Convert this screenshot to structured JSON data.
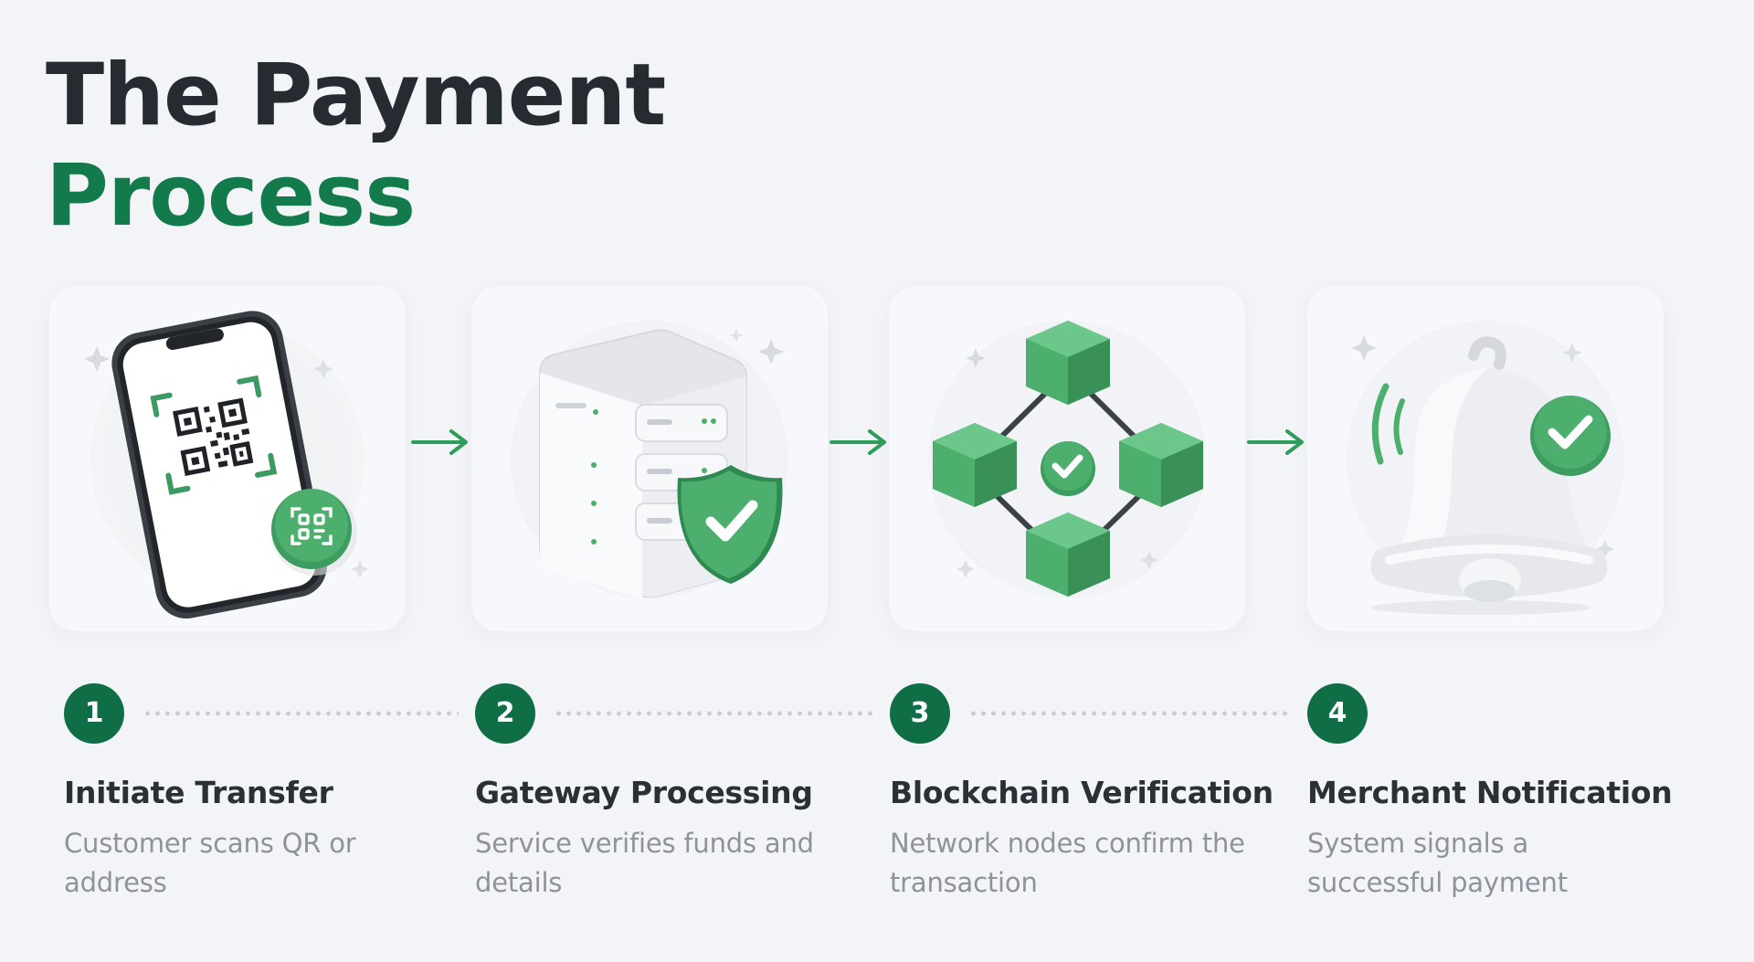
{
  "title": {
    "line1": "The Payment",
    "line2": "Process"
  },
  "colors": {
    "dark_text": "#262b31",
    "accent_green": "#127a4b",
    "badge_green": "#0f6e45",
    "cube_green": "#4caf6e",
    "muted_text": "#8e939b",
    "background": "#f3f4f8"
  },
  "steps": [
    {
      "number": "1",
      "title": "Initiate Transfer",
      "description": "Customer scans QR or address",
      "icon": "phone-qr-scan-icon"
    },
    {
      "number": "2",
      "title": "Gateway Processing",
      "description": "Service verifies funds and details",
      "icon": "server-shield-icon"
    },
    {
      "number": "3",
      "title": "Blockchain Verification",
      "description": "Network nodes confirm the transaction",
      "icon": "blockchain-nodes-icon"
    },
    {
      "number": "4",
      "title": "Merchant Notification",
      "description": "System signals a successful payment",
      "icon": "notification-bell-check-icon"
    }
  ]
}
